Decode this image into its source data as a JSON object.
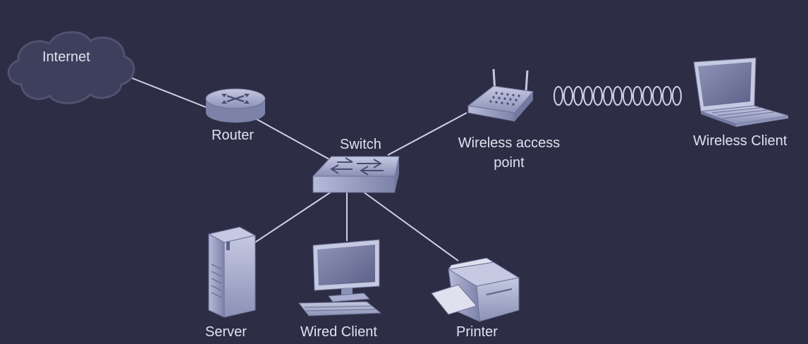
{
  "labels": {
    "internet": "Internet",
    "router": "Router",
    "switch": "Switch",
    "wap_line1": "Wireless access",
    "wap_line2": "point",
    "wireless_client": "Wireless Client",
    "server": "Server",
    "wired_client": "Wired Client",
    "printer": "Printer"
  },
  "colors": {
    "background": "#2d2d45",
    "device_fill": "#a9aed0",
    "line": "#cfd2e6",
    "text": "#dfe1ef"
  },
  "connections": [
    [
      "internet",
      "router"
    ],
    [
      "router",
      "switch"
    ],
    [
      "switch",
      "wireless-access-point"
    ],
    [
      "switch",
      "server"
    ],
    [
      "switch",
      "wired-client"
    ],
    [
      "switch",
      "printer"
    ],
    [
      "wireless-access-point",
      "wireless-client"
    ]
  ]
}
